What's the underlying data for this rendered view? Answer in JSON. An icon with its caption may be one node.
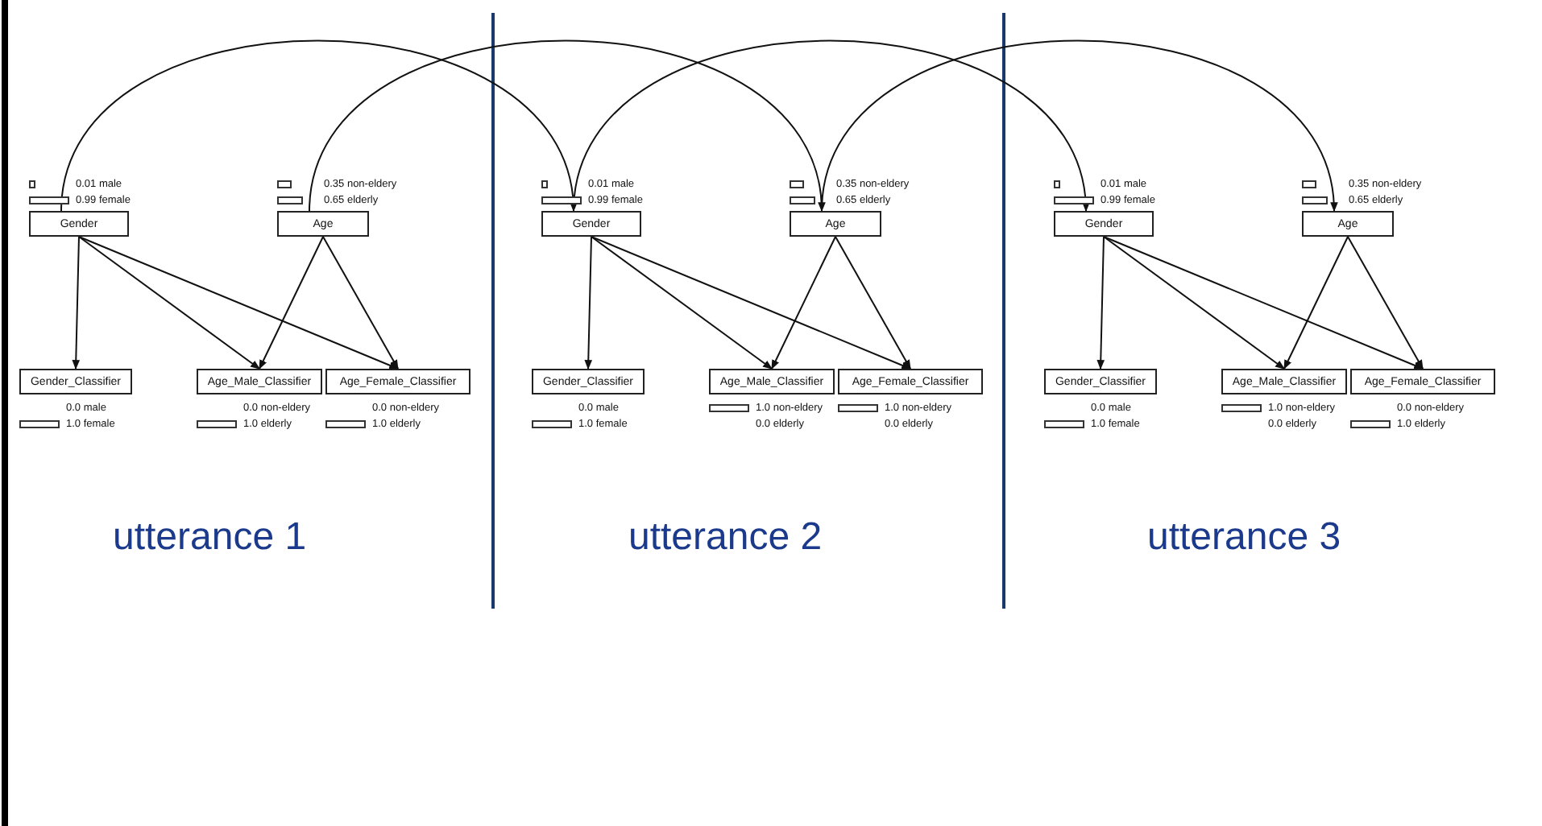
{
  "diagram": {
    "nodes": [
      {
        "text": [
          "Gender"
        ],
        "beside": [
          "0.01 male",
          "0.99 female"
        ]
      },
      {
        "text": [
          "Age"
        ],
        "beside": [
          "0.35 non-eldery",
          "0.65 elderly"
        ]
      },
      {
        "text": [
          "Gender_Classifier"
        ],
        "beside": [
          "0.0 male",
          "1.0 female"
        ]
      },
      {
        "text": [
          "Age_Male_Classifier"
        ],
        "beside": [
          "0.0 non-eldery",
          "1.0 elderly"
        ]
      },
      {
        "text": [
          "Age_Female_Classifier"
        ],
        "beside": [
          "0.0 non-eldery",
          "1.0 elderly"
        ]
      },
      {
        "text": [
          "Gender"
        ],
        "beside": [
          "0.01 male",
          "0.99 female"
        ]
      },
      {
        "text": [
          "Age"
        ],
        "beside": [
          "0.35 non-eldery",
          "0.65 elderly"
        ]
      },
      {
        "text": [
          "Gender_Classifier"
        ],
        "beside": [
          "0.0 male",
          "1.0 female"
        ]
      },
      {
        "text": [
          "Age_Male_Classifier"
        ],
        "beside": [
          "1.0 non-eldery",
          "0.0 elderly"
        ]
      },
      {
        "text": [
          "Age_Female_Classifier"
        ],
        "beside": [
          "1.0 non-eldery",
          "0.0 elderly"
        ]
      },
      {
        "text": [
          "Gender"
        ],
        "beside": [
          "0.01 male",
          "0.99 female"
        ]
      },
      {
        "text": [
          "Age"
        ],
        "beside": [
          "0.35 non-eldery",
          "0.65 elderly"
        ]
      },
      {
        "text": [
          "Gender_Classifier"
        ],
        "beside": [
          "0.0 male",
          "1.0 female"
        ]
      },
      {
        "text": [
          "Age_Male_Classifier"
        ],
        "beside": [
          "1.0 non-eldery",
          "0.0 elderly"
        ]
      },
      {
        "text": [
          "Age_Female_Classifier"
        ],
        "beside": [
          "0.0 non-eldery",
          "1.0 elderly"
        ]
      }
    ],
    "edges": [
      {
        "from": 0,
        "to": 2,
        "arrow": "to"
      },
      {
        "from": 0,
        "to": 3,
        "arrow": "to"
      },
      {
        "from": 0,
        "to": 4,
        "arrow": "to"
      },
      {
        "from": 1,
        "to": 3,
        "arrow": "to"
      },
      {
        "from": 1,
        "to": 4,
        "arrow": "to"
      },
      {
        "from": 5,
        "to": 7,
        "arrow": "to"
      },
      {
        "from": 5,
        "to": 8,
        "arrow": "to"
      },
      {
        "from": 5,
        "to": 9,
        "arrow": "to"
      },
      {
        "from": 6,
        "to": 8,
        "arrow": "to"
      },
      {
        "from": 6,
        "to": 9,
        "arrow": "to"
      },
      {
        "from": 10,
        "to": 12,
        "arrow": "to"
      },
      {
        "from": 10,
        "to": 13,
        "arrow": "to"
      },
      {
        "from": 10,
        "to": 14,
        "arrow": "to"
      },
      {
        "from": 11,
        "to": 13,
        "arrow": "to"
      },
      {
        "from": 11,
        "to": 14,
        "arrow": "to"
      },
      {
        "from": 0,
        "to": 5,
        "arrow": "to"
      },
      {
        "from": 1,
        "to": 6,
        "arrow": "to"
      },
      {
        "from": 5,
        "to": 10,
        "arrow": "to"
      },
      {
        "from": 6,
        "to": 11,
        "arrow": "to"
      }
    ],
    "labels": [
      "utterance 1",
      "utterance 2",
      "utterance 3"
    ]
  }
}
